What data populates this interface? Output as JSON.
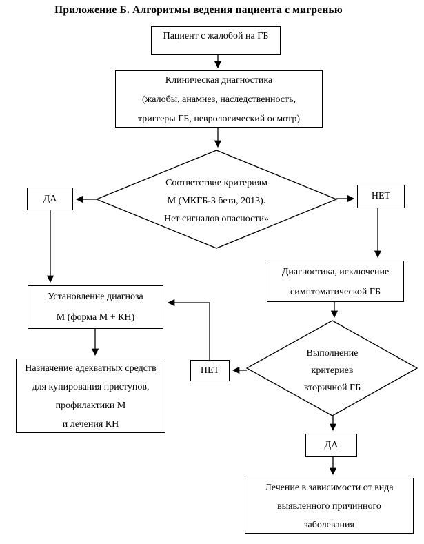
{
  "title": "Приложение Б. Алгоритмы ведения пациента с мигренью",
  "colors": {
    "line": "#000000",
    "background": "#ffffff"
  },
  "nodes": {
    "patient": {
      "label": "Пациент с жалобой на ГБ"
    },
    "clinical": {
      "lines": [
        "Клиническая диагностика",
        "(жалобы, анамнез, наследственность,",
        "триггеры ГБ, неврологический осмотр)"
      ]
    },
    "criteria_decision": {
      "lines": [
        "Соответствие критериям",
        "М (МКГБ-3 бета, 2013).",
        "Нет сигналов опасности»"
      ]
    },
    "yes_left": {
      "label": "ДА"
    },
    "no_right": {
      "label": "НЕТ"
    },
    "diagnostics": {
      "lines": [
        "Диагностика, исключение",
        "симптоматической ГБ"
      ]
    },
    "establish": {
      "lines": [
        "Установление диагноза",
        "М (форма М + КН)"
      ]
    },
    "prescribe": {
      "lines": [
        "Назначение адекватных средств",
        "для купирования приступов,",
        "профилактики М",
        "и лечения КН"
      ]
    },
    "secondary_decision": {
      "lines": [
        "Выполнение",
        "критериев",
        "вторичной ГБ"
      ]
    },
    "no_middle": {
      "label": "НЕТ"
    },
    "yes_bottom": {
      "label": "ДА"
    },
    "treatment": {
      "lines": [
        "Лечение в зависимости от вида",
        "выявленного причинного",
        "заболевания"
      ]
    }
  }
}
